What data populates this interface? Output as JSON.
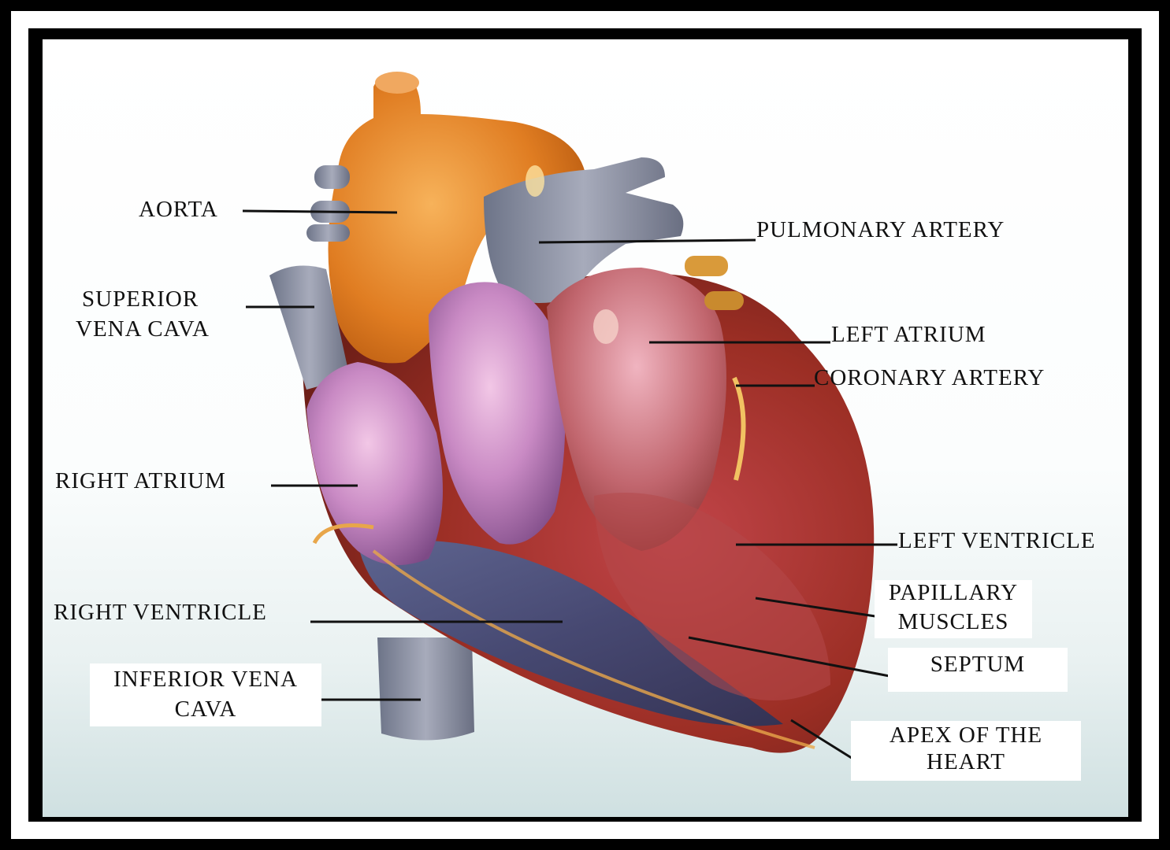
{
  "labels": {
    "aorta": "AORTA",
    "pulmonary_artery": "PULMONARY ARTERY",
    "superior_vena_cava_1": "SUPERIOR",
    "superior_vena_cava_2": "VENA CAVA",
    "left_atrium": "LEFT ATRIUM",
    "coronary_artery": "CORONARY ARTERY",
    "right_atrium": "RIGHT ATRIUM",
    "left_ventricle": "LEFT VENTRICLE",
    "papillary_muscles_1": "PAPILLARY",
    "papillary_muscles_2": "MUSCLES",
    "right_ventricle": "RIGHT VENTRICLE",
    "septum": "SEPTUM",
    "inferior_vena_cava_1": "INFERIOR VENA",
    "inferior_vena_cava_2": "CAVA",
    "apex_1": "APEX OF THE",
    "apex_2": "HEART"
  }
}
